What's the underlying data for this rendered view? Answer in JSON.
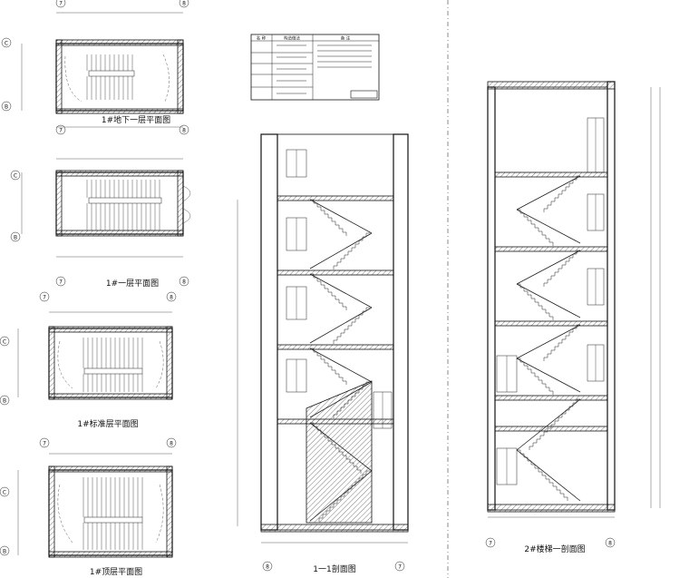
{
  "plans": [
    {
      "caption": "1#地下一层平面图",
      "axes": [
        "C",
        "B",
        "7",
        "8"
      ]
    },
    {
      "caption": "1#一层平面图",
      "axes": [
        "C",
        "B",
        "7",
        "8"
      ]
    },
    {
      "caption": "1#标准层平面图",
      "axes": [
        "C",
        "B",
        "7",
        "8"
      ]
    },
    {
      "caption": "1#顶层平面图",
      "axes": [
        "C",
        "B",
        "7",
        "8"
      ]
    }
  ],
  "sections": [
    {
      "caption": "1一1剖面图",
      "axes": [
        "8",
        "7"
      ]
    },
    {
      "caption": "2#楼梯一剖面图",
      "axes": [
        "7",
        "8"
      ]
    }
  ],
  "legend_table": {
    "header": [
      "名 称",
      "构造做法",
      "备 注"
    ]
  },
  "colors": {
    "line": "#111111",
    "background": "#ffffff"
  }
}
